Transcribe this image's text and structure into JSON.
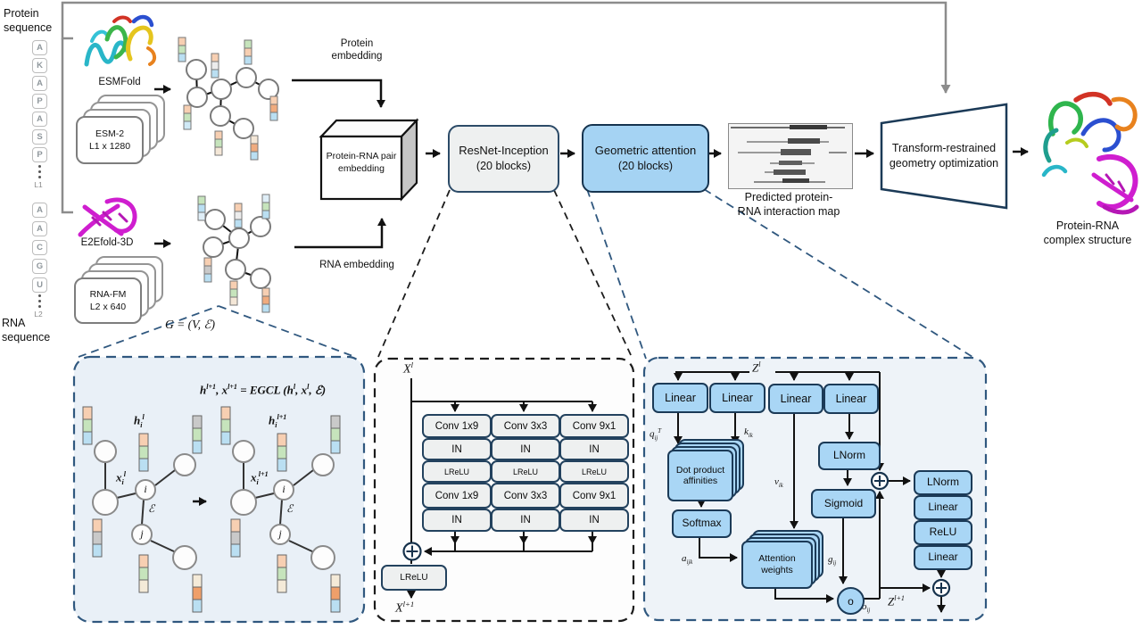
{
  "labels": {
    "protein_sequence": "Protein sequence",
    "rna_sequence": "RNA sequence",
    "l1": "L1",
    "l2": "L2",
    "esmfold": "ESMFold",
    "e2efold": "E2Efold-3D",
    "esm2_name": "ESM-2",
    "esm2_dim": "L1 x 1280",
    "rnafm_name": "RNA-FM",
    "rnafm_dim": "L2 x 640",
    "protein_embedding": "Protein embedding",
    "rna_embedding": "RNA embedding",
    "pair_embedding": "Protein-RNA pair embedding",
    "resnet_title": "ResNet-Inception",
    "resnet_sub": "(20 blocks)",
    "geo_title": "Geometric attention",
    "geo_sub": "(20 blocks)",
    "map_caption_1": "Predicted protein-",
    "map_caption_2": "RNA interaction map",
    "transform_box": "Transform-restrained geometry optimization",
    "complex_caption_1": "Protein-RNA",
    "complex_caption_2": "complex structure",
    "graph_def": "G = (V, ℰ)"
  },
  "protein_letters": [
    "A",
    "K",
    "A",
    "P",
    "A",
    "S",
    "P"
  ],
  "rna_letters": [
    "A",
    "A",
    "C",
    "G",
    "U"
  ],
  "egcl": {
    "equation": "h^{l+1}, x^{l+1} = EGCL (h^{l}, x^{l}, ℰ)",
    "h_l": "h_{i}^{l}",
    "x_l": "x_{i}^{l}",
    "h_l1": "h_{i}^{l+1}",
    "x_l1": "x_{i}^{l+1}",
    "node_i": "i",
    "node_j": "j",
    "edge_symbol": "ℰ"
  },
  "resnet_panel": {
    "input": "X^{l}",
    "output": "X^{l+1}",
    "col1": [
      "Conv 1x9",
      "IN",
      "LReLU",
      "Conv 1x9",
      "IN"
    ],
    "col2": [
      "Conv 3x3",
      "IN",
      "LReLU",
      "Conv 3x3",
      "IN"
    ],
    "col3": [
      "Conv 9x1",
      "IN",
      "LReLU",
      "Conv 9x1",
      "IN"
    ],
    "final_act": "LReLU"
  },
  "geo_panel": {
    "input": "Z^{l}",
    "output": "Z^{l+1}",
    "linear1": "Linear",
    "linear2": "Linear",
    "linear3": "Linear",
    "linear4": "Linear",
    "q_label": "q_{ij}^{T}",
    "k_label": "k_{ik}",
    "v_label": "v_{ik}",
    "a_label": "a_{ijk}",
    "g_label": "g_{ij}",
    "o_label": "o_{ij}",
    "dot_product": "Dot product affinities",
    "softmax": "Softmax",
    "attention": "Attention weights",
    "lnorm1": "LNorm",
    "sigmoid": "Sigmoid",
    "o_node": "o",
    "out1": "LNorm",
    "out2": "Linear",
    "out3": "ReLU",
    "out4": "Linear"
  },
  "colors": {
    "accent_blue": "#a9d6f5",
    "navy_border": "#1b3a57",
    "panel_left_bg": "#e9f0f7",
    "panel_right_bg": "#eef3f8",
    "gray_box_bg": "#eef0f0",
    "gray_line": "#8c8c8c"
  }
}
